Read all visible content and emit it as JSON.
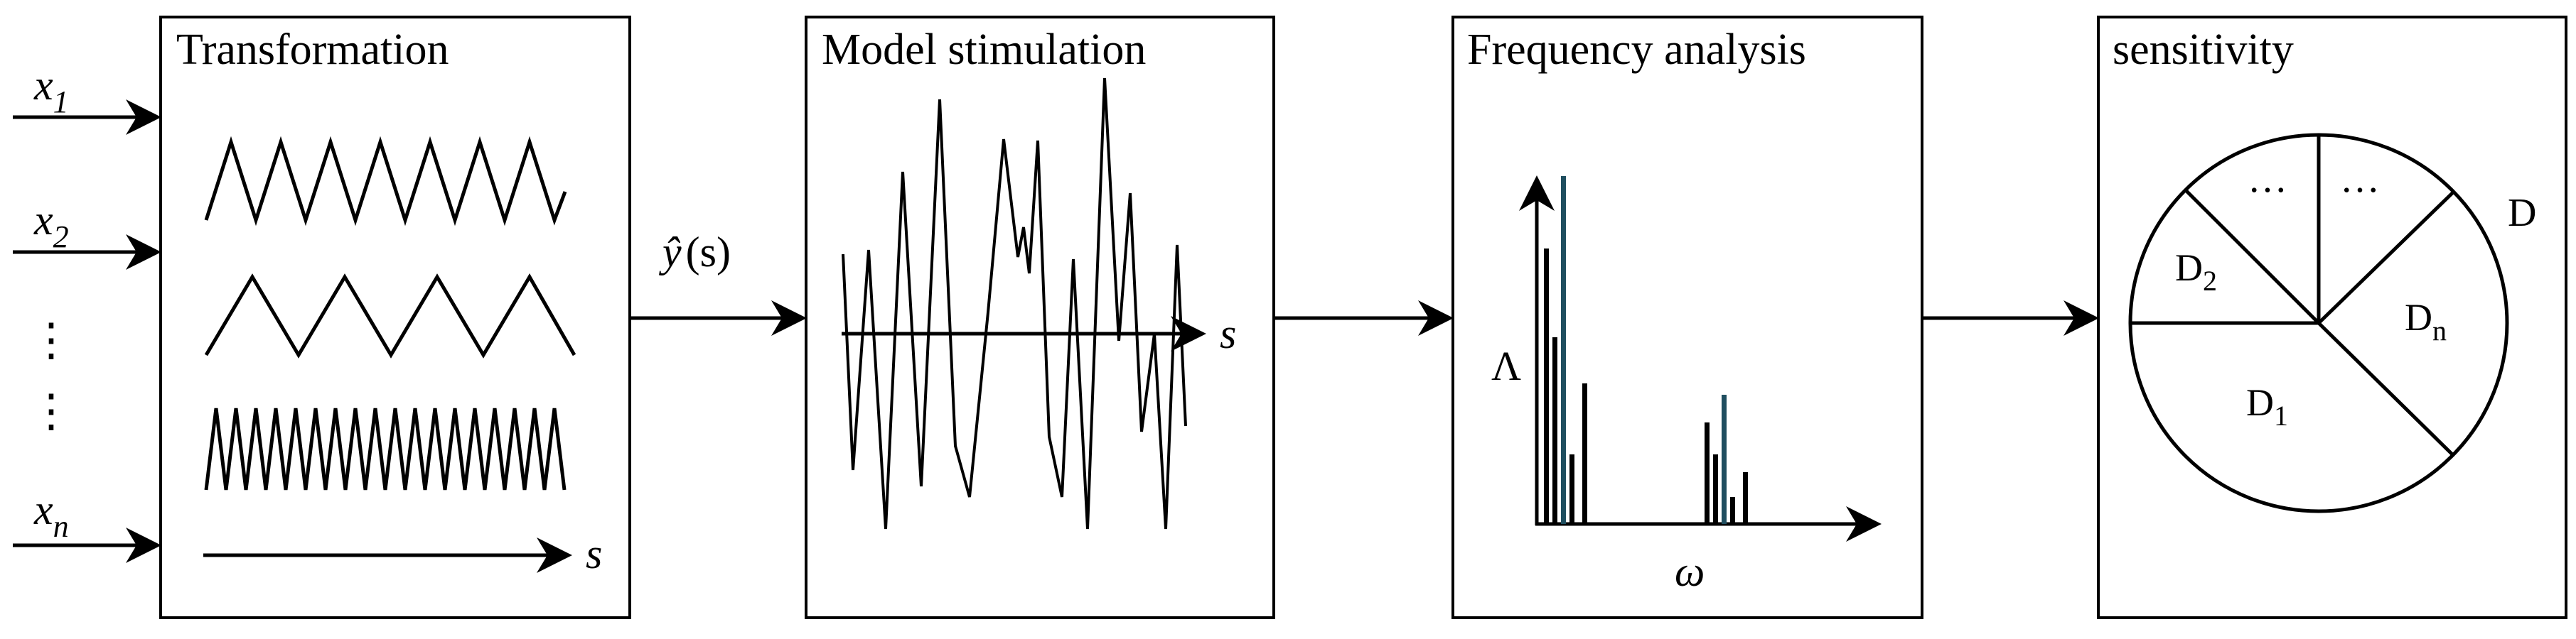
{
  "inputs": [
    {
      "base": "x",
      "sub": "1"
    },
    {
      "base": "x",
      "sub": "2"
    },
    {
      "base": "x",
      "sub": "n"
    }
  ],
  "input_dots": [
    "⋮",
    "⋮"
  ],
  "boxes": {
    "transformation": {
      "title": "Transformation",
      "axis_label": "s"
    },
    "model": {
      "title": "Model stimulation",
      "axis_label": "s"
    },
    "frequency": {
      "title": "Frequency analysis",
      "y_label": "Λ",
      "x_label": "ω"
    },
    "sensitivity": {
      "title": "sensitivity"
    }
  },
  "output_label": {
    "base": "ŷ",
    "arg": "(s)"
  },
  "pie": {
    "outer_label": "D",
    "slices": [
      {
        "label": "…"
      },
      {
        "label": "…"
      },
      {
        "base": "D",
        "sub": "2"
      },
      {
        "base": "D",
        "sub": "n"
      },
      {
        "base": "D",
        "sub": "1"
      }
    ]
  },
  "colors": {
    "stroke": "#000000",
    "highlight_bar": "#1f4e5f"
  }
}
